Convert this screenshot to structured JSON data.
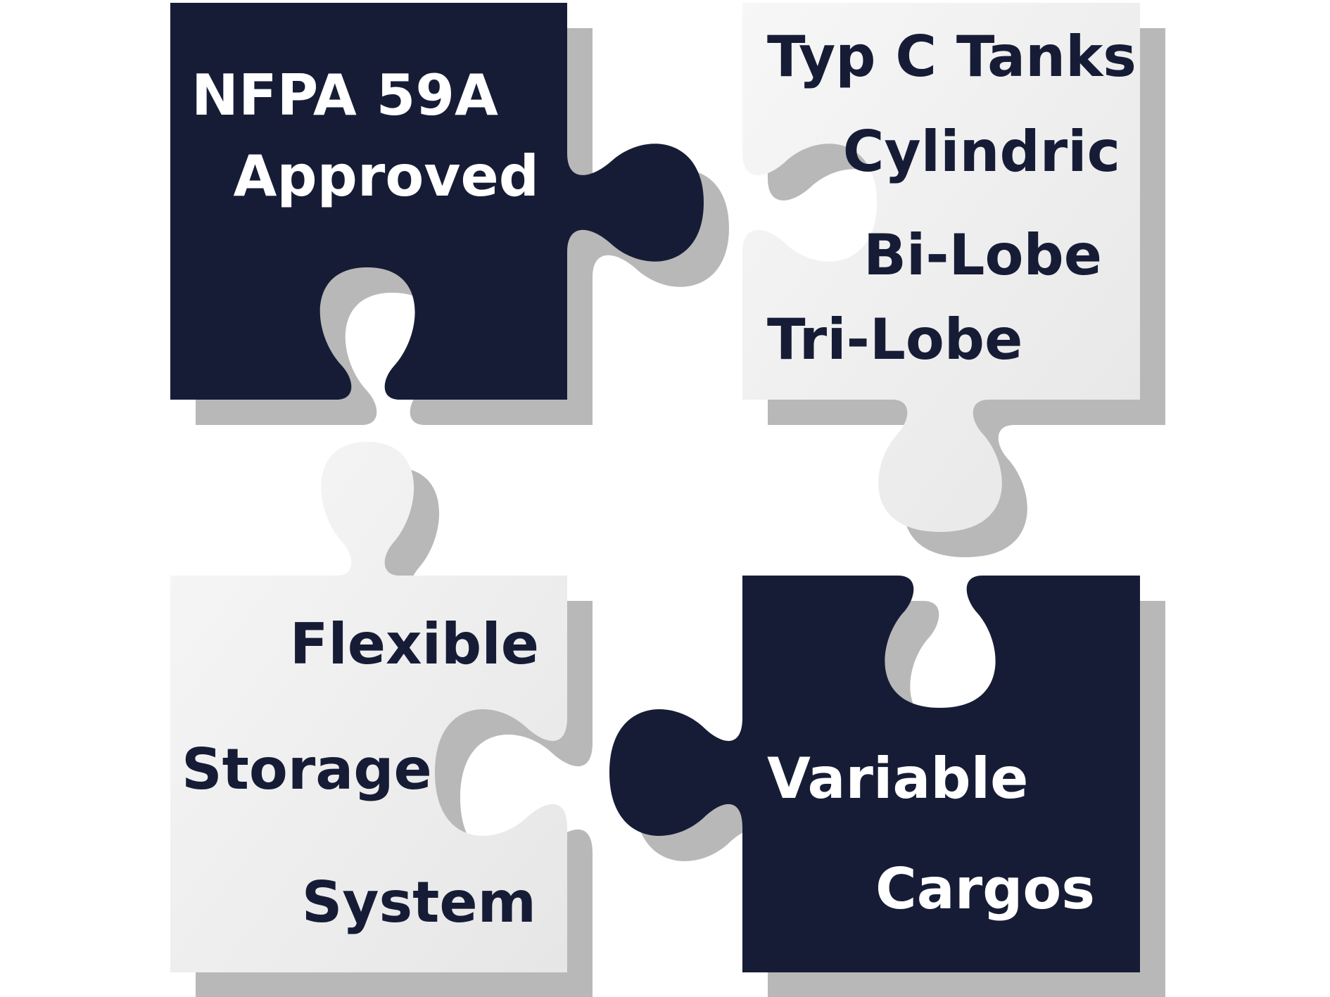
{
  "colors": {
    "dark_piece": "#171c36",
    "light_piece": "#eeeeee",
    "shadow": "#b8b8b8",
    "dark_text": "#ffffff",
    "light_text": "#171c36"
  },
  "pieces": {
    "top_left": {
      "fill": "dark",
      "lines": [
        "NFPA 59A",
        "Approved"
      ]
    },
    "top_right": {
      "fill": "light",
      "lines": [
        "Typ C Tanks",
        "Cylindric",
        "Bi-Lobe",
        "Tri-Lobe"
      ]
    },
    "bottom_left": {
      "fill": "light",
      "lines": [
        "Flexible",
        "Storage",
        "System"
      ]
    },
    "bottom_right": {
      "fill": "dark",
      "lines": [
        "Variable",
        "Cargos"
      ]
    }
  }
}
